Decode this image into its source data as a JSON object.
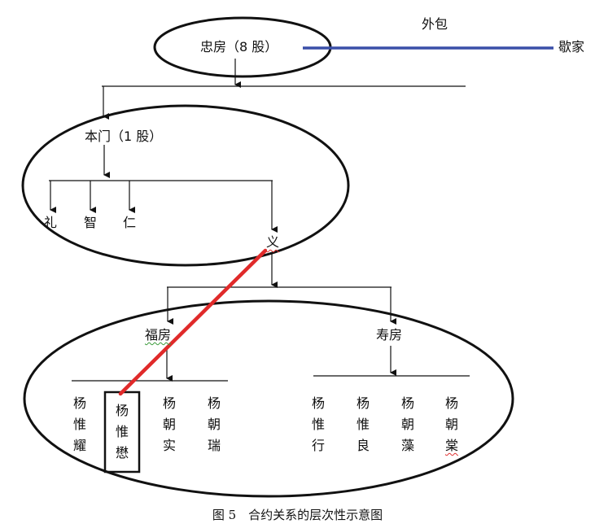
{
  "nodes": {
    "waibao": "外包",
    "zhongfang": "忠房（8 股）",
    "xiejia": "歇家",
    "benmen": "本门（1 股）",
    "li": "礼",
    "zhi": "智",
    "ren": "仁",
    "yi": "义",
    "fufang": "福房",
    "shoufang": "寿房"
  },
  "persons": [
    {
      "name": "杨惟耀",
      "chars": [
        "杨",
        "惟",
        "耀"
      ]
    },
    {
      "name": "杨惟懋",
      "chars": [
        "杨",
        "惟",
        "懋"
      ],
      "highlighted": true
    },
    {
      "name": "杨朝实",
      "chars": [
        "杨",
        "朝",
        "实"
      ]
    },
    {
      "name": "杨朝瑞",
      "chars": [
        "杨",
        "朝",
        "瑞"
      ]
    },
    {
      "name": "杨惟行",
      "chars": [
        "杨",
        "惟",
        "行"
      ]
    },
    {
      "name": "杨惟良",
      "chars": [
        "杨",
        "惟",
        "良"
      ]
    },
    {
      "name": "杨朝藻",
      "chars": [
        "杨",
        "朝",
        "藻"
      ]
    },
    {
      "name": "杨朝棠",
      "chars": [
        "杨",
        "朝",
        "棠"
      ]
    }
  ],
  "caption": "图 5　合约关系的层次性示意图",
  "colors": {
    "blue_line": "#3a4fa8",
    "red_line": "#e02a2a",
    "ink": "#111111"
  }
}
